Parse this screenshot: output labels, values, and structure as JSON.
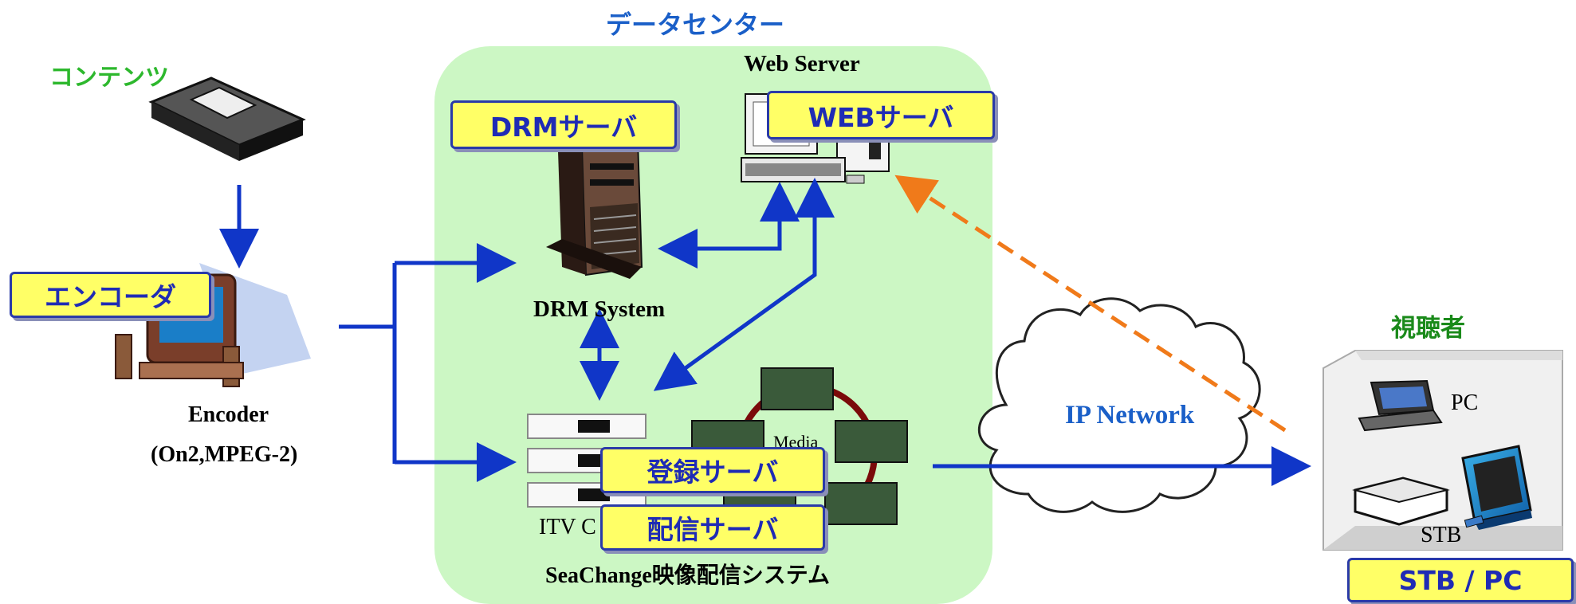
{
  "title": "データセンター",
  "content_heading": "コンテンツ",
  "viewer_heading": "視聴者",
  "badges": {
    "encoder": "エンコーダ",
    "drm": "DRMサーバ",
    "web": "WEBサーバ",
    "register": "登録サーバ",
    "delivery": "配信サーバ",
    "stb_pc": "STB / PC"
  },
  "labels": {
    "encoder": "Encoder",
    "encoder_formats": "(On2,MPEG-2)",
    "web_server": "Web Server",
    "drm_system": "DRM System",
    "itv": "ITV C",
    "media": "Media",
    "seachange": "SeaChange映像配信システム",
    "ip_network": "IP Network",
    "pc": "PC",
    "stb": "STB"
  },
  "colors": {
    "arrow": "#1036c8",
    "dashed_arrow": "#f07a1a",
    "datacenter_bg": "#ccf7c4",
    "badge_bg": "#ffff66",
    "badge_text": "#1f2bb5"
  }
}
